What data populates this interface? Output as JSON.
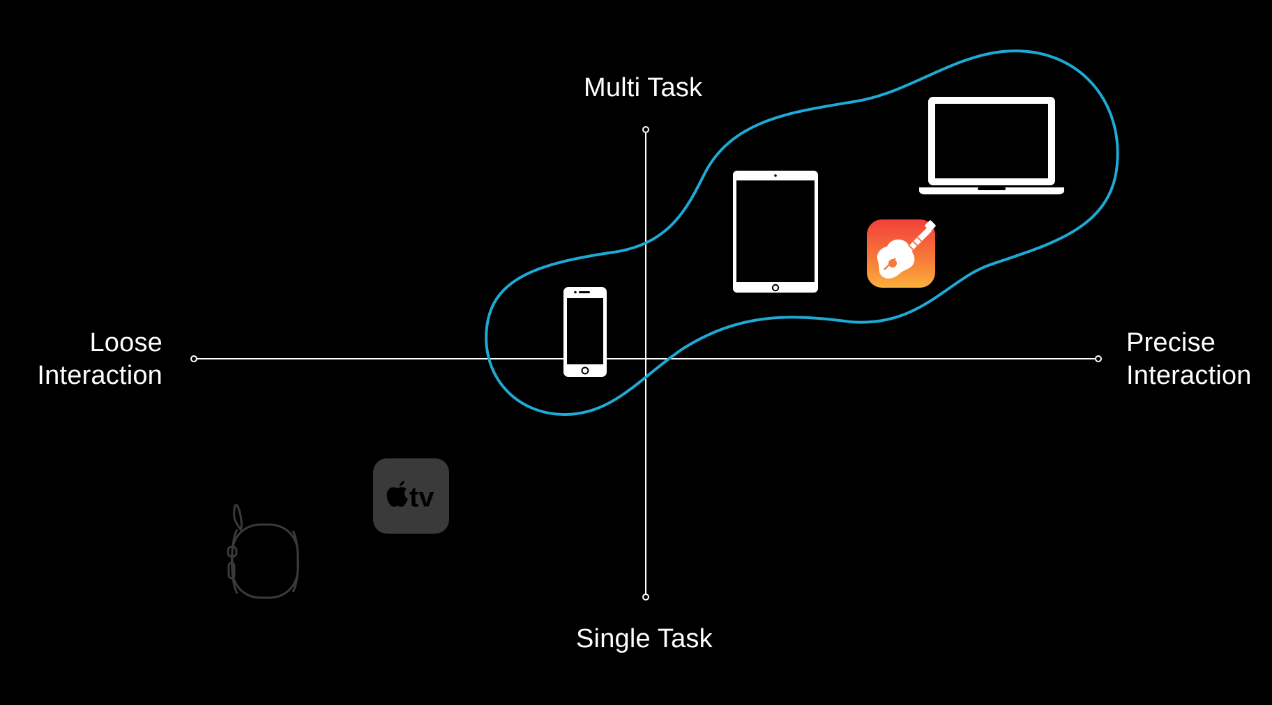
{
  "axes": {
    "top_label": "Multi Task",
    "bottom_label": "Single Task",
    "left_label_line1": "Loose",
    "left_label_line2": "Interaction",
    "right_label_line1": "Precise",
    "right_label_line2": "Interaction"
  },
  "devices": {
    "appletv_text": "tv"
  },
  "colors": {
    "background": "#000000",
    "axis": "#ffffff",
    "highlight_outline": "#1eaad6",
    "dim_device": "#3a3a3a",
    "garageband_top": "#f2403a",
    "garageband_bottom": "#fbb03b"
  },
  "icons": [
    "iphone-icon",
    "ipad-icon",
    "macbook-icon",
    "garageband-icon",
    "apple-tv-icon",
    "apple-watch-icon"
  ]
}
